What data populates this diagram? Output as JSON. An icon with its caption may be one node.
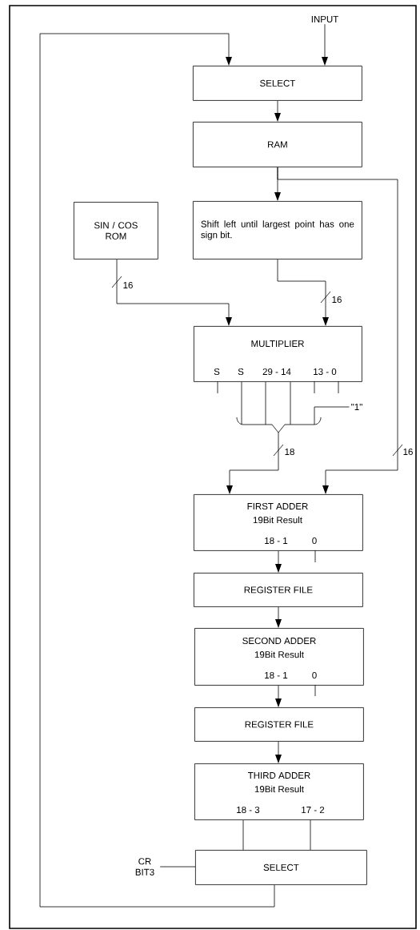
{
  "diagram": {
    "nodes": [
      {
        "text": [
          "INPUT"
        ]
      },
      {
        "text": [
          "SELECT"
        ]
      },
      {
        "text": [
          "RAM"
        ]
      },
      {
        "text": [
          "SIN / COS ROM"
        ]
      },
      {
        "text": [
          "Shift left until largest point has one sign bit."
        ]
      },
      {
        "text": [
          "MULTIPLIER",
          "S",
          "S",
          "29 - 14",
          "13 - 0"
        ]
      },
      {
        "text": [
          "\"1\""
        ]
      },
      {
        "text": [
          "FIRST ADDER",
          "19Bit Result",
          "18 - 1",
          "0"
        ]
      },
      {
        "text": [
          "REGISTER FILE"
        ]
      },
      {
        "text": [
          "SECOND ADDER",
          "19Bit Result",
          "18 - 1",
          "0"
        ]
      },
      {
        "text": [
          "REGISTER FILE"
        ]
      },
      {
        "text": [
          "THIRD ADDER",
          "19Bit Result",
          "18 - 3",
          "17 - 2"
        ]
      },
      {
        "text": [
          "CR BIT3"
        ]
      },
      {
        "text": [
          "SELECT"
        ]
      }
    ],
    "edges": [
      {
        "from": 0,
        "to": 1,
        "arrow": "to"
      },
      {
        "from": 13,
        "to": 1,
        "arrow": "to"
      },
      {
        "from": 1,
        "to": 2,
        "arrow": "to"
      },
      {
        "from": 2,
        "to": 4,
        "arrow": "to"
      },
      {
        "from": 2,
        "to": 7,
        "arrow": "to",
        "label": "16"
      },
      {
        "from": 3,
        "to": 5,
        "arrow": "to",
        "label": "16"
      },
      {
        "from": 4,
        "to": 5,
        "arrow": "to",
        "label": "16"
      },
      {
        "from": 5,
        "to": 7,
        "arrow": "to",
        "label": "18"
      },
      {
        "from": 6,
        "to": 7,
        "arrow": "to"
      },
      {
        "from": 7,
        "to": 8,
        "arrow": "to"
      },
      {
        "from": 8,
        "to": 9,
        "arrow": "to"
      },
      {
        "from": 9,
        "to": 10,
        "arrow": "to"
      },
      {
        "from": 10,
        "to": 11,
        "arrow": "to"
      },
      {
        "from": 11,
        "to": 13,
        "arrow": "none"
      },
      {
        "from": 11,
        "to": 13,
        "arrow": "none"
      },
      {
        "from": 12,
        "to": 13,
        "arrow": "none"
      }
    ]
  }
}
